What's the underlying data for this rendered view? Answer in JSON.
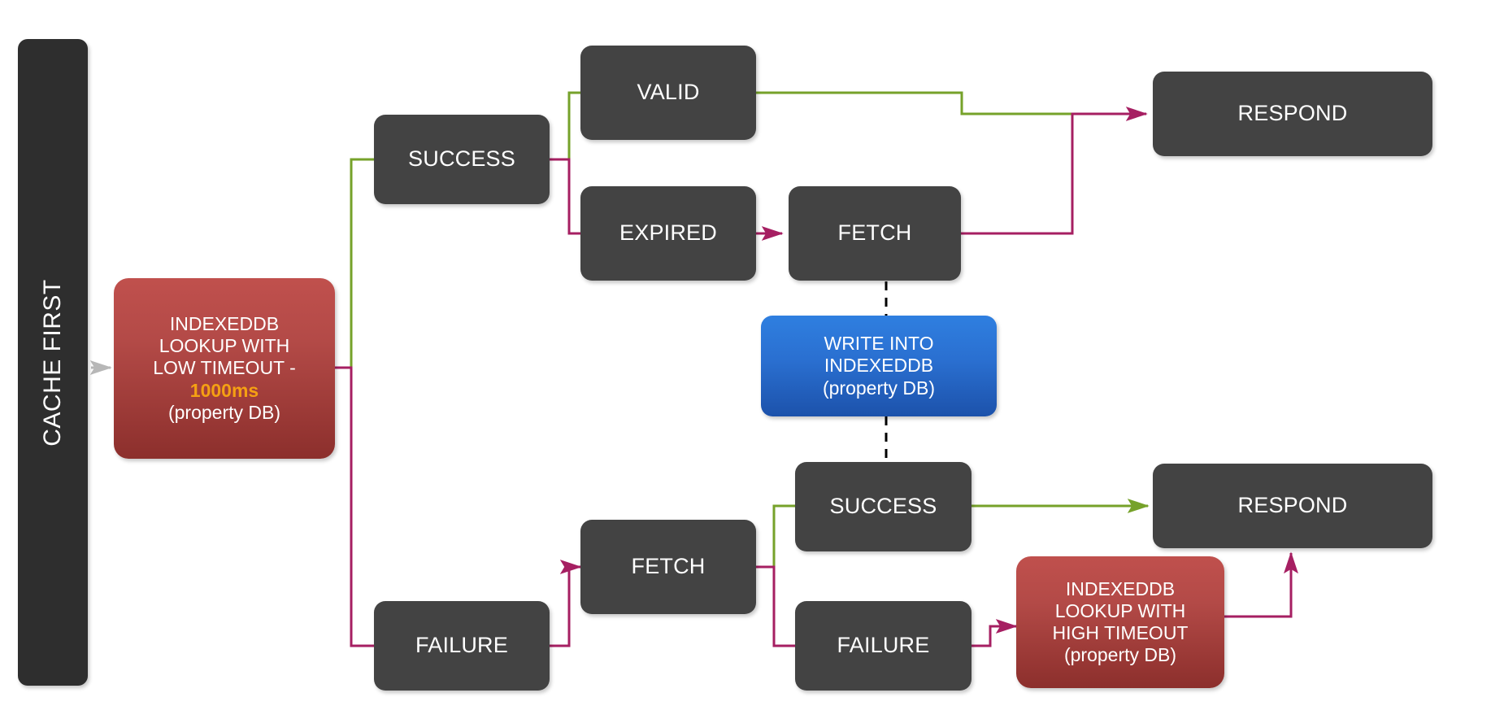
{
  "diagram": {
    "title": "Cache First strategy flow",
    "colors": {
      "node_dark": "#434343",
      "node_red_top": "#c0504d",
      "node_red_bottom": "#8c2f2c",
      "node_blue_top": "#2f7fe0",
      "node_blue_bottom": "#1c52ab",
      "edge_green": "#76a22a",
      "edge_magenta": "#a61f62",
      "edge_gray": "#b7b7b7",
      "edge_dashed": "#000000",
      "highlight_orange": "#f5a013",
      "background": "#ffffff"
    }
  },
  "lane": {
    "label": "CACHE FIRST"
  },
  "nodes": {
    "idb_low": {
      "line1": "INDEXEDDB",
      "line2": "LOOKUP WITH",
      "line3": "LOW TIMEOUT -",
      "timeout": "1000ms",
      "db": "(property DB)"
    },
    "success_top": {
      "label": "SUCCESS"
    },
    "failure_top": {
      "label": "FAILURE"
    },
    "valid": {
      "label": "VALID"
    },
    "expired": {
      "label": "EXPIRED"
    },
    "fetch_top": {
      "label": "FETCH"
    },
    "respond_top": {
      "label": "RESPOND"
    },
    "write_idb": {
      "line1": "WRITE INTO",
      "line2": "INDEXEDDB",
      "db": "(property DB)"
    },
    "fetch_bottom": {
      "label": "FETCH"
    },
    "success_bottom": {
      "label": "SUCCESS"
    },
    "failure_bottom": {
      "label": "FAILURE"
    },
    "idb_high": {
      "line1": "INDEXEDDB",
      "line2": "LOOKUP WITH",
      "line3": "HIGH TIMEOUT",
      "db": "(property DB)"
    },
    "respond_bottom": {
      "label": "RESPOND"
    }
  },
  "edges": [
    {
      "name": "lane-to-idb-low",
      "color": "#b7b7b7",
      "style": "solid",
      "arrow": true
    },
    {
      "name": "idb-low-to-success-top",
      "color": "#76a22a",
      "style": "solid",
      "arrow": false
    },
    {
      "name": "idb-low-to-failure-top",
      "color": "#a61f62",
      "style": "solid",
      "arrow": false
    },
    {
      "name": "success-top-to-valid",
      "color": "#76a22a",
      "style": "solid",
      "arrow": false
    },
    {
      "name": "success-top-to-expired",
      "color": "#a61f62",
      "style": "solid",
      "arrow": false
    },
    {
      "name": "valid-to-respond-top",
      "color": "#76a22a",
      "style": "solid",
      "arrow": false
    },
    {
      "name": "expired-to-fetch-top",
      "color": "#a61f62",
      "style": "solid",
      "arrow": true
    },
    {
      "name": "fetch-top-to-respond-top",
      "color": "#a61f62",
      "style": "solid",
      "arrow": true
    },
    {
      "name": "fetch-top-to-write-idb",
      "color": "#000000",
      "style": "dashed",
      "arrow": false
    },
    {
      "name": "write-idb-to-success-bottom",
      "color": "#000000",
      "style": "dashed",
      "arrow": false
    },
    {
      "name": "failure-top-to-fetch-bottom",
      "color": "#a61f62",
      "style": "solid",
      "arrow": true
    },
    {
      "name": "fetch-bottom-to-success-bottom",
      "color": "#76a22a",
      "style": "solid",
      "arrow": false
    },
    {
      "name": "fetch-bottom-to-failure-bottom",
      "color": "#a61f62",
      "style": "solid",
      "arrow": false
    },
    {
      "name": "success-bottom-to-respond-bottom",
      "color": "#76a22a",
      "style": "solid",
      "arrow": true
    },
    {
      "name": "failure-bottom-to-idb-high",
      "color": "#a61f62",
      "style": "solid",
      "arrow": true
    },
    {
      "name": "idb-high-to-respond-bottom",
      "color": "#a61f62",
      "style": "solid",
      "arrow": true
    }
  ]
}
